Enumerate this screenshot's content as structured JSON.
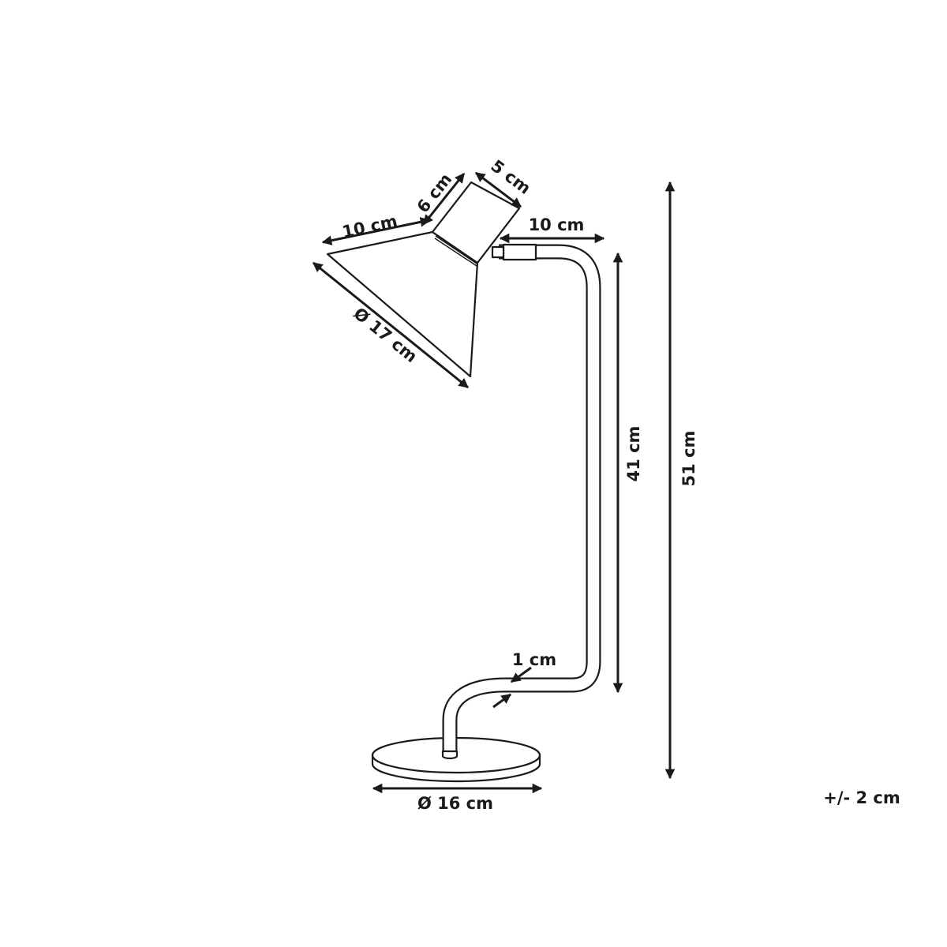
{
  "dimensions": {
    "shade_length": "10 cm",
    "shade_neck": "6 cm",
    "shade_top": "5 cm",
    "arm_reach": "10 cm",
    "shade_diameter": "Ø 17 cm",
    "arm_height": "41 cm",
    "total_height": "51 cm",
    "stem_thickness": "1 cm",
    "base_diameter": "Ø 16 cm",
    "tolerance": "+/- 2 cm"
  },
  "colors": {
    "line": "#1a1a1a",
    "background": "#ffffff"
  }
}
